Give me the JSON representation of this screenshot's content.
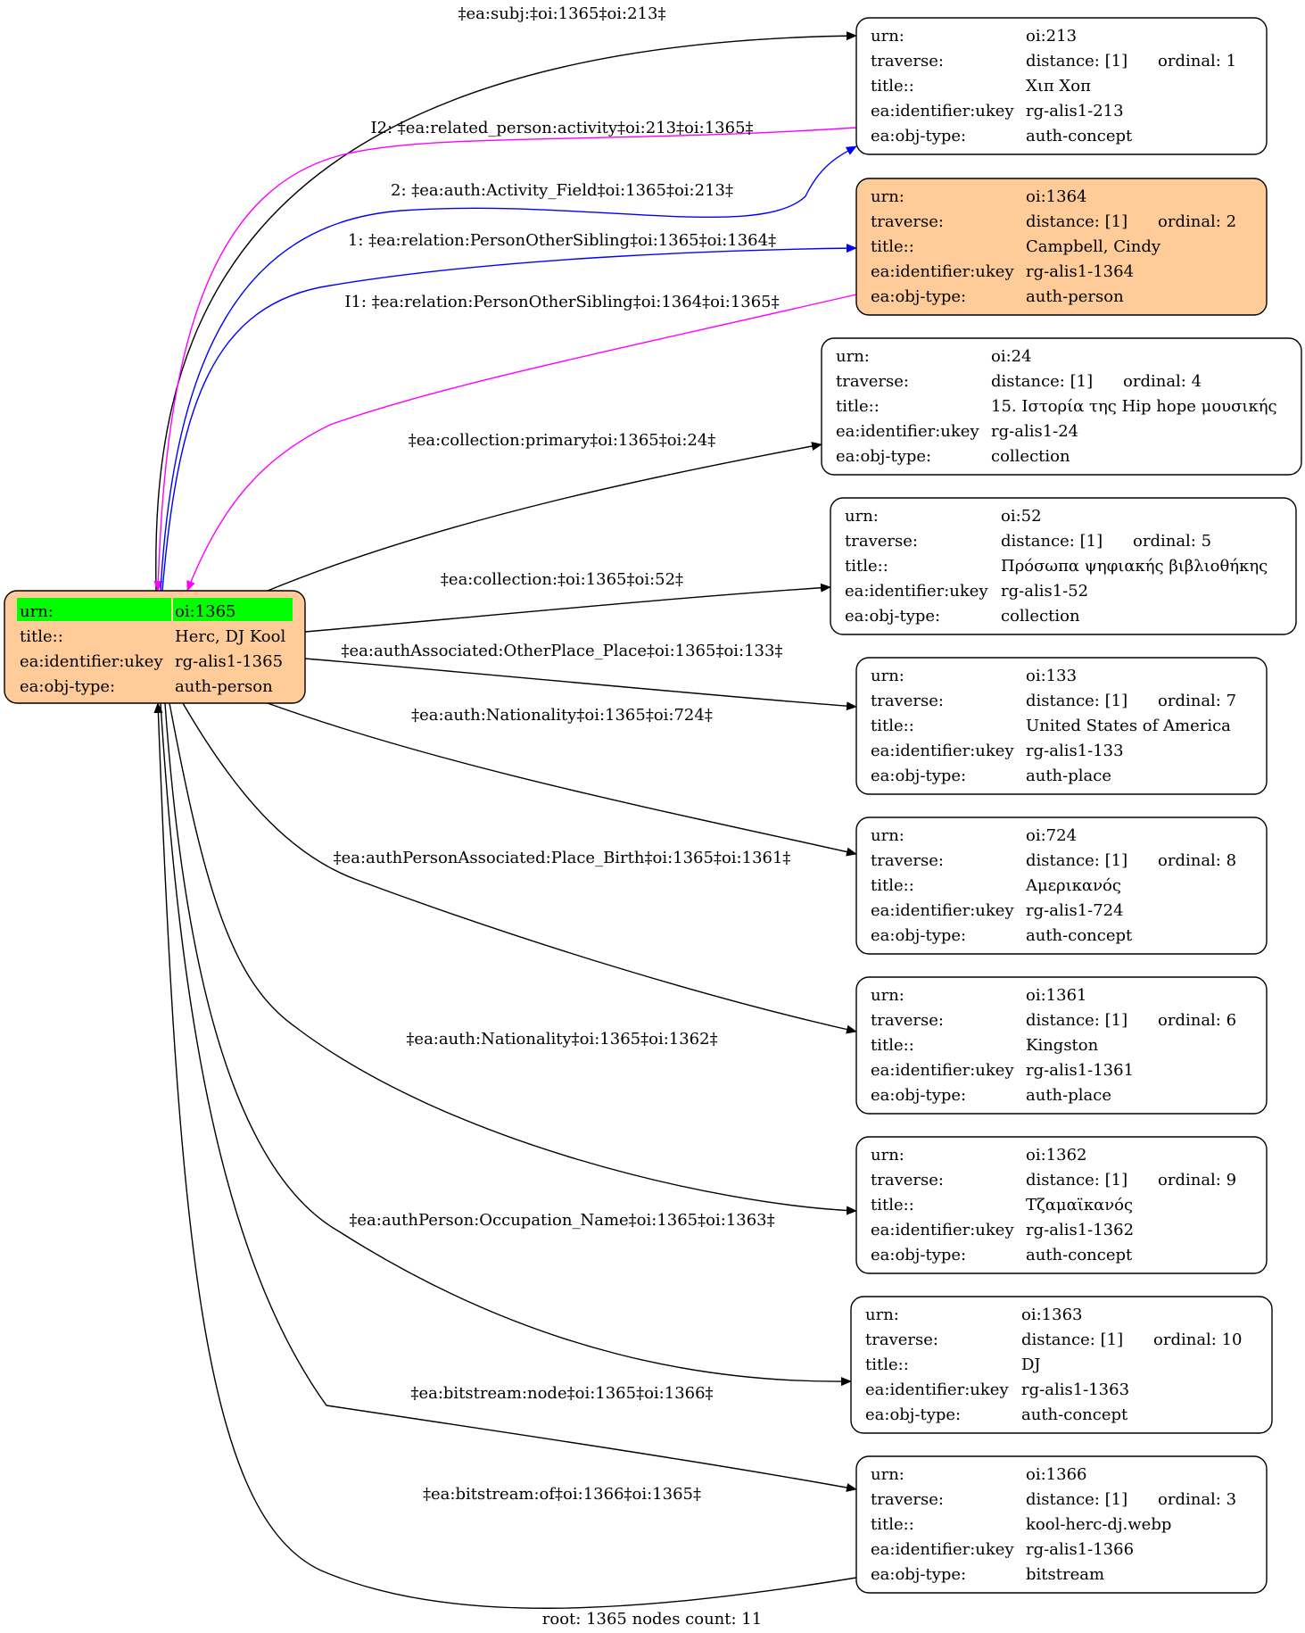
{
  "colors": {
    "root_fill": "#ffcc99",
    "highlight_fill": "#ffcc99",
    "urn_highlight": "#00ff00",
    "default_fill": "#ffffff",
    "edge_default": "#000000",
    "edge_inbound": "#ff00ff",
    "edge_ordered": "#0000ff"
  },
  "root": {
    "urn_label": "urn:",
    "urn": "oi:1365",
    "title_label": "title::",
    "title": "Herc, DJ Kool",
    "ukey_label": "ea:identifier:ukey",
    "ukey": "rg-alis1-1365",
    "type_label": "ea:obj-type:",
    "type": "auth-person"
  },
  "nodes": [
    {
      "id": "oi:213",
      "urn_label": "urn:",
      "urn": "oi:213",
      "traverse_label": "traverse:",
      "distance": "distance: [1]",
      "ordinal": "ordinal: 1",
      "title_label": "title::",
      "title": "Χιπ Χοπ",
      "ukey_label": "ea:identifier:ukey",
      "ukey": "rg-alis1-213",
      "type_label": "ea:obj-type:",
      "type": "auth-concept",
      "highlight": false
    },
    {
      "id": "oi:1364",
      "urn_label": "urn:",
      "urn": "oi:1364",
      "traverse_label": "traverse:",
      "distance": "distance: [1]",
      "ordinal": "ordinal: 2",
      "title_label": "title::",
      "title": "Campbell, Cindy",
      "ukey_label": "ea:identifier:ukey",
      "ukey": "rg-alis1-1364",
      "type_label": "ea:obj-type:",
      "type": "auth-person",
      "highlight": true
    },
    {
      "id": "oi:24",
      "urn_label": "urn:",
      "urn": "oi:24",
      "traverse_label": "traverse:",
      "distance": "distance: [1]",
      "ordinal": "ordinal: 4",
      "title_label": "title::",
      "title": "15. Ιστορία της Hip hope μουσικής",
      "ukey_label": "ea:identifier:ukey",
      "ukey": "rg-alis1-24",
      "type_label": "ea:obj-type:",
      "type": "collection",
      "highlight": false
    },
    {
      "id": "oi:52",
      "urn_label": "urn:",
      "urn": "oi:52",
      "traverse_label": "traverse:",
      "distance": "distance: [1]",
      "ordinal": "ordinal: 5",
      "title_label": "title::",
      "title": "Πρόσωπα ψηφιακής βιβλιοθήκης",
      "ukey_label": "ea:identifier:ukey",
      "ukey": "rg-alis1-52",
      "type_label": "ea:obj-type:",
      "type": "collection",
      "highlight": false
    },
    {
      "id": "oi:133",
      "urn_label": "urn:",
      "urn": "oi:133",
      "traverse_label": "traverse:",
      "distance": "distance: [1]",
      "ordinal": "ordinal: 7",
      "title_label": "title::",
      "title": "United States of America",
      "ukey_label": "ea:identifier:ukey",
      "ukey": "rg-alis1-133",
      "type_label": "ea:obj-type:",
      "type": "auth-place",
      "highlight": false
    },
    {
      "id": "oi:724",
      "urn_label": "urn:",
      "urn": "oi:724",
      "traverse_label": "traverse:",
      "distance": "distance: [1]",
      "ordinal": "ordinal: 8",
      "title_label": "title::",
      "title": "Αμερικανός",
      "ukey_label": "ea:identifier:ukey",
      "ukey": "rg-alis1-724",
      "type_label": "ea:obj-type:",
      "type": "auth-concept",
      "highlight": false
    },
    {
      "id": "oi:1361",
      "urn_label": "urn:",
      "urn": "oi:1361",
      "traverse_label": "traverse:",
      "distance": "distance: [1]",
      "ordinal": "ordinal: 6",
      "title_label": "title::",
      "title": "Kingston",
      "ukey_label": "ea:identifier:ukey",
      "ukey": "rg-alis1-1361",
      "type_label": "ea:obj-type:",
      "type": "auth-place",
      "highlight": false
    },
    {
      "id": "oi:1362",
      "urn_label": "urn:",
      "urn": "oi:1362",
      "traverse_label": "traverse:",
      "distance": "distance: [1]",
      "ordinal": "ordinal: 9",
      "title_label": "title::",
      "title": "Τζαμαϊκανός",
      "ukey_label": "ea:identifier:ukey",
      "ukey": "rg-alis1-1362",
      "type_label": "ea:obj-type:",
      "type": "auth-concept",
      "highlight": false
    },
    {
      "id": "oi:1363",
      "urn_label": "urn:",
      "urn": "oi:1363",
      "traverse_label": "traverse:",
      "distance": "distance: [1]",
      "ordinal": "ordinal: 10",
      "title_label": "title::",
      "title": "DJ",
      "ukey_label": "ea:identifier:ukey",
      "ukey": "rg-alis1-1363",
      "type_label": "ea:obj-type:",
      "type": "auth-concept",
      "highlight": false
    },
    {
      "id": "oi:1366",
      "urn_label": "urn:",
      "urn": "oi:1366",
      "traverse_label": "traverse:",
      "distance": "distance: [1]",
      "ordinal": "ordinal: 3",
      "title_label": "title::",
      "title": "kool-herc-dj.webp",
      "ukey_label": "ea:identifier:ukey",
      "ukey": "rg-alis1-1366",
      "type_label": "ea:obj-type:",
      "type": "bitstream",
      "highlight": false
    }
  ],
  "edges": [
    {
      "label": "‡ea:subj:‡oi:1365‡oi:213‡",
      "kind": "default"
    },
    {
      "label": "I2: ‡ea:related_person:activity‡oi:213‡oi:1365‡",
      "kind": "inbound"
    },
    {
      "label": "2: ‡ea:auth:Activity_Field‡oi:1365‡oi:213‡",
      "kind": "ordered"
    },
    {
      "label": "1: ‡ea:relation:PersonOtherSibling‡oi:1365‡oi:1364‡",
      "kind": "ordered"
    },
    {
      "label": "I1: ‡ea:relation:PersonOtherSibling‡oi:1364‡oi:1365‡",
      "kind": "inbound"
    },
    {
      "label": "‡ea:collection:primary‡oi:1365‡oi:24‡",
      "kind": "default"
    },
    {
      "label": "‡ea:collection:‡oi:1365‡oi:52‡",
      "kind": "default"
    },
    {
      "label": "‡ea:authAssociated:OtherPlace_Place‡oi:1365‡oi:133‡",
      "kind": "default"
    },
    {
      "label": "‡ea:auth:Nationality‡oi:1365‡oi:724‡",
      "kind": "default"
    },
    {
      "label": "‡ea:authPersonAssociated:Place_Birth‡oi:1365‡oi:1361‡",
      "kind": "default"
    },
    {
      "label": "‡ea:auth:Nationality‡oi:1365‡oi:1362‡",
      "kind": "default"
    },
    {
      "label": "‡ea:authPerson:Occupation_Name‡oi:1365‡oi:1363‡",
      "kind": "default"
    },
    {
      "label": "‡ea:bitstream:node‡oi:1365‡oi:1366‡",
      "kind": "default"
    },
    {
      "label": "‡ea:bitstream:of‡oi:1366‡oi:1365‡",
      "kind": "default"
    }
  ],
  "footer": "root: 1365 nodes count: 11"
}
